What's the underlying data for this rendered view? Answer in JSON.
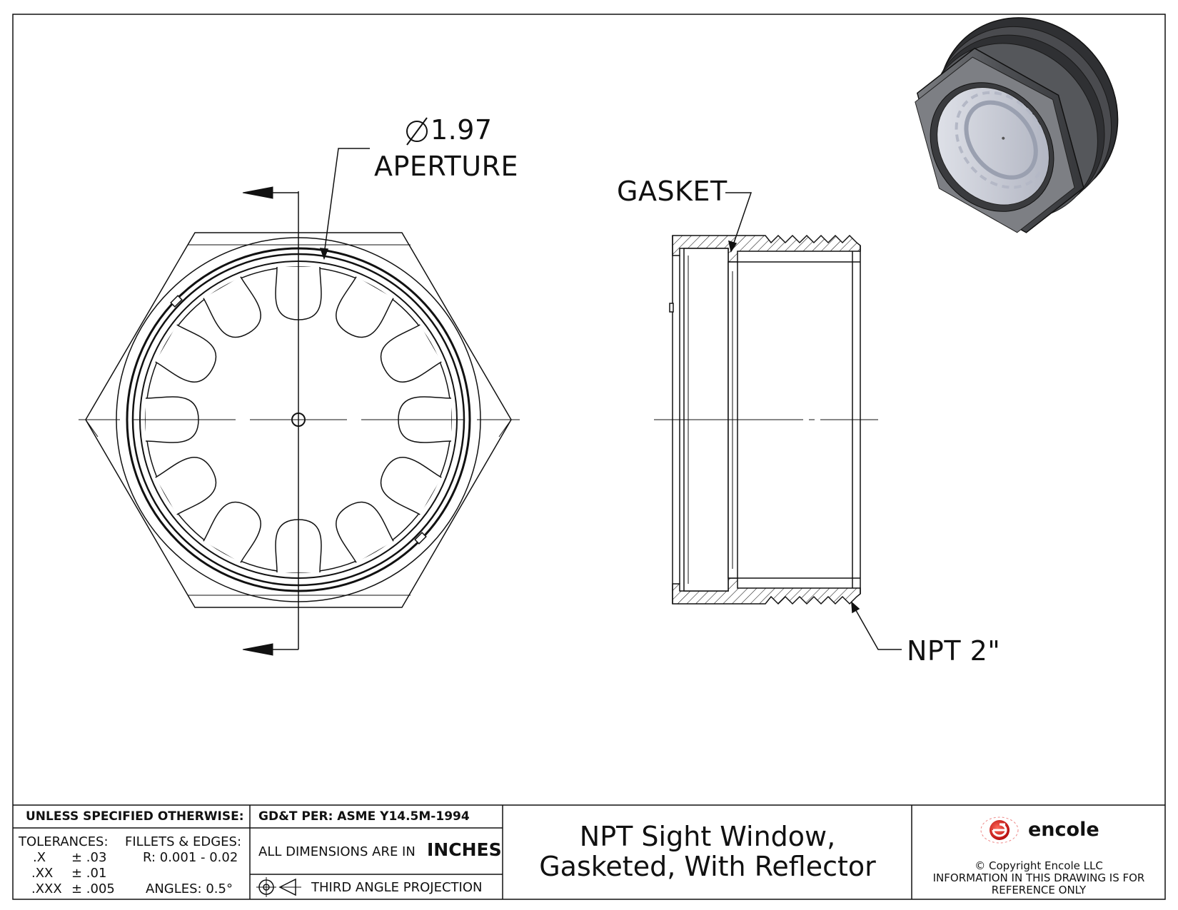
{
  "drawing": {
    "aperture_dimension": "1.97",
    "aperture_label": "APERTURE",
    "gasket_label": "GASKET",
    "thread_label": "NPT 2\""
  },
  "title_block": {
    "unless_specified": "UNLESS SPECIFIED OTHERWISE:",
    "tolerances_header": "TOLERANCES:",
    "fillets_header": "FILLETS & EDGES:",
    "fillets_value": "R: 0.001 - 0.02",
    "tolerances": [
      {
        "place": ".X",
        "value": "± .03"
      },
      {
        "place": ".XX",
        "value": "± .01"
      },
      {
        "place": ".XXX",
        "value": "± .005"
      }
    ],
    "angles": "ANGLES:  0.5°",
    "gdt": "GD&T PER: ASME Y14.5M-1994",
    "units_prefix": "ALL DIMENSIONS ARE IN",
    "units_value": "INCHES",
    "projection": "THIRD ANGLE PROJECTION",
    "title_line1": "NPT Sight Window,",
    "title_line2": "Gasketed, With Reflector",
    "company": "encole",
    "copyright": "© Copyright Encole LLC",
    "reference_line1": "INFORMATION IN THIS DRAWING IS FOR",
    "reference_line2": "REFERENCE ONLY"
  },
  "colors": {
    "line": "#111111",
    "part_body": "#5a5c60",
    "glass": "#c9ccd6",
    "logo_red": "#d81e1e"
  }
}
